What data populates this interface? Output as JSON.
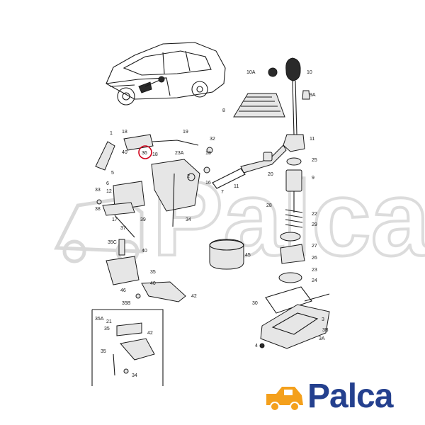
{
  "brand": {
    "name": "Palca",
    "watermark": "Palca",
    "primary_color": "#24408e",
    "accent_color": "#f4a01c"
  },
  "diagram": {
    "highlight_color": "#d0021b",
    "highlighted_part": "36",
    "callouts": [
      "10A",
      "10",
      "9A",
      "8",
      "11",
      "1",
      "18",
      "19",
      "32",
      "40",
      "36",
      "18",
      "23A",
      "13",
      "20",
      "25",
      "9",
      "5",
      "6",
      "12",
      "16",
      "11",
      "7",
      "33",
      "38",
      "17",
      "39",
      "37",
      "35C",
      "40",
      "28",
      "22",
      "29",
      "27",
      "26",
      "23",
      "24",
      "2",
      "3",
      "4",
      "35",
      "46",
      "40",
      "42",
      "35B",
      "45",
      "30",
      "3B",
      "3A",
      "34",
      "35A",
      "21",
      "35",
      "42",
      "35",
      "34"
    ]
  }
}
